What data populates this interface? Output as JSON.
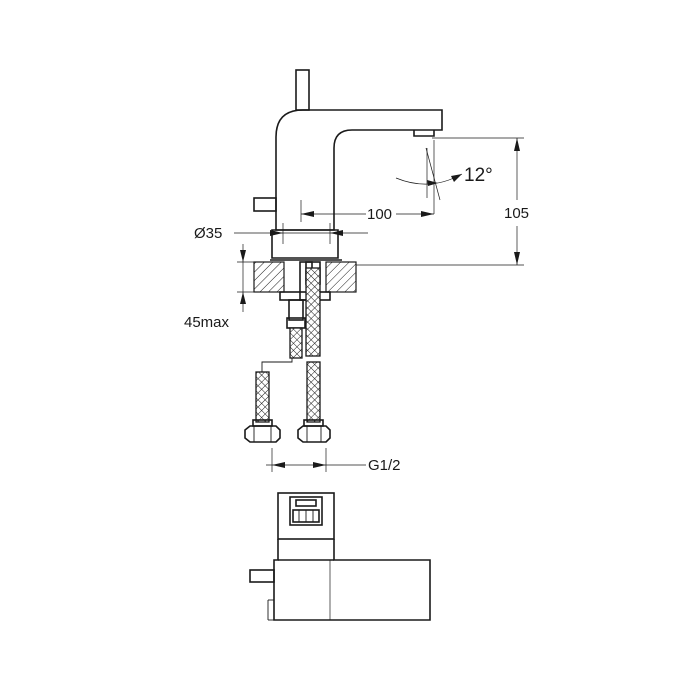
{
  "dimensions": {
    "spout_reach": "100",
    "height": "105",
    "diameter": "Ø35",
    "deck_thickness": "45max",
    "thread": "G1/2",
    "angle": "12°"
  },
  "colors": {
    "line": "#1a1a1a",
    "background": "#ffffff"
  }
}
